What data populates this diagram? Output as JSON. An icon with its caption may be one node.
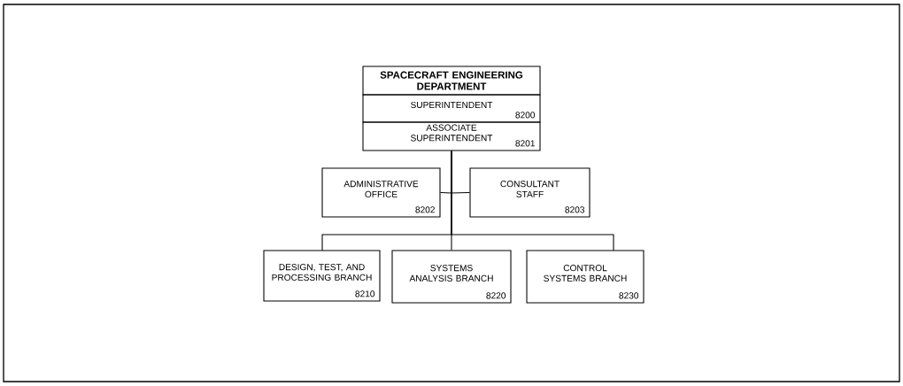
{
  "diagram": {
    "nodes": [
      {
        "text": [
          "SPACECRAFT ENGINEERING DEPARTMENT"
        ]
      },
      {
        "text": [
          "SUPERINTENDENT",
          "8200"
        ]
      },
      {
        "text": [
          "ASSOCIATE SUPERINTENDENT",
          "8201"
        ]
      },
      {
        "text": [
          "ADMINISTRATIVE OFFICE",
          "8202"
        ]
      },
      {
        "text": [
          "CONSULTANT STAFF",
          "8203"
        ]
      },
      {
        "text": [
          "DESIGN, TEST, AND PROCESSING BRANCH",
          "8210"
        ]
      },
      {
        "text": [
          "SYSTEMS ANALYSIS BRANCH",
          "8220"
        ]
      },
      {
        "text": [
          "CONTROL SYSTEMS BRANCH",
          "8230"
        ]
      }
    ],
    "edges": [
      {
        "from": 2,
        "to": 3,
        "arrow": "none"
      },
      {
        "from": 2,
        "to": 4,
        "arrow": "none"
      },
      {
        "from": 2,
        "to": 5,
        "arrow": "none"
      },
      {
        "from": 2,
        "to": 6,
        "arrow": "none"
      },
      {
        "from": 2,
        "to": 7,
        "arrow": "none"
      }
    ]
  }
}
